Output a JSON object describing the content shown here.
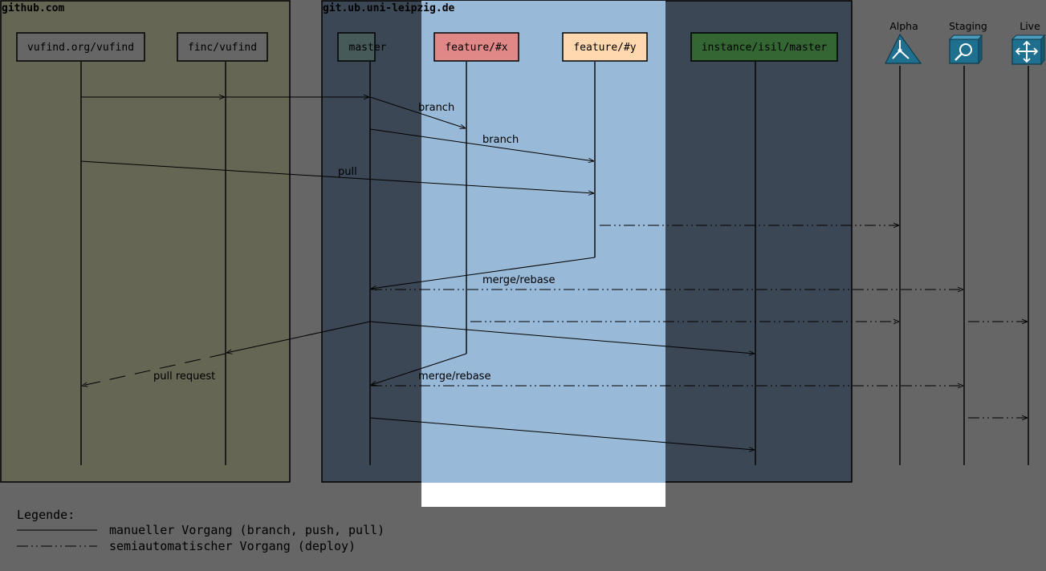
{
  "regions": {
    "github": {
      "label": "github.com",
      "color": "#666655"
    },
    "uni": {
      "label": "git.ub.uni-leipzig.de",
      "color": "#3b4754"
    },
    "feature_band_color": "#99b9d8"
  },
  "participants": [
    {
      "id": "vufind_org",
      "label": "vufind.org/vufind",
      "fill": "#666666"
    },
    {
      "id": "finc",
      "label": "finc/vufind",
      "fill": "#666666"
    },
    {
      "id": "master",
      "label": "master",
      "fill": "#465a5a"
    },
    {
      "id": "feature_x",
      "label": "feature/#x",
      "fill": "#e08888"
    },
    {
      "id": "feature_y",
      "label": "feature/#y",
      "fill": "#ffd8b0"
    },
    {
      "id": "instance",
      "label": "instance/isil/master",
      "fill": "#336633"
    }
  ],
  "servers": [
    {
      "id": "alpha",
      "label": "Alpha",
      "icon": "router-icon"
    },
    {
      "id": "staging",
      "label": "Staging",
      "icon": "magnifier-icon"
    },
    {
      "id": "live",
      "label": "Live",
      "icon": "cross-arrows-icon"
    }
  ],
  "messages": {
    "branch1": "branch",
    "branch2": "branch",
    "pull": "pull",
    "merge1": "merge/rebase",
    "pull_request": "pull request",
    "merge2": "merge/rebase"
  },
  "legend": {
    "title": "Legende:",
    "manual": "manueller Vorgang (branch, push, pull)",
    "semi": "semiautomatischer Vorgang (deploy)"
  }
}
